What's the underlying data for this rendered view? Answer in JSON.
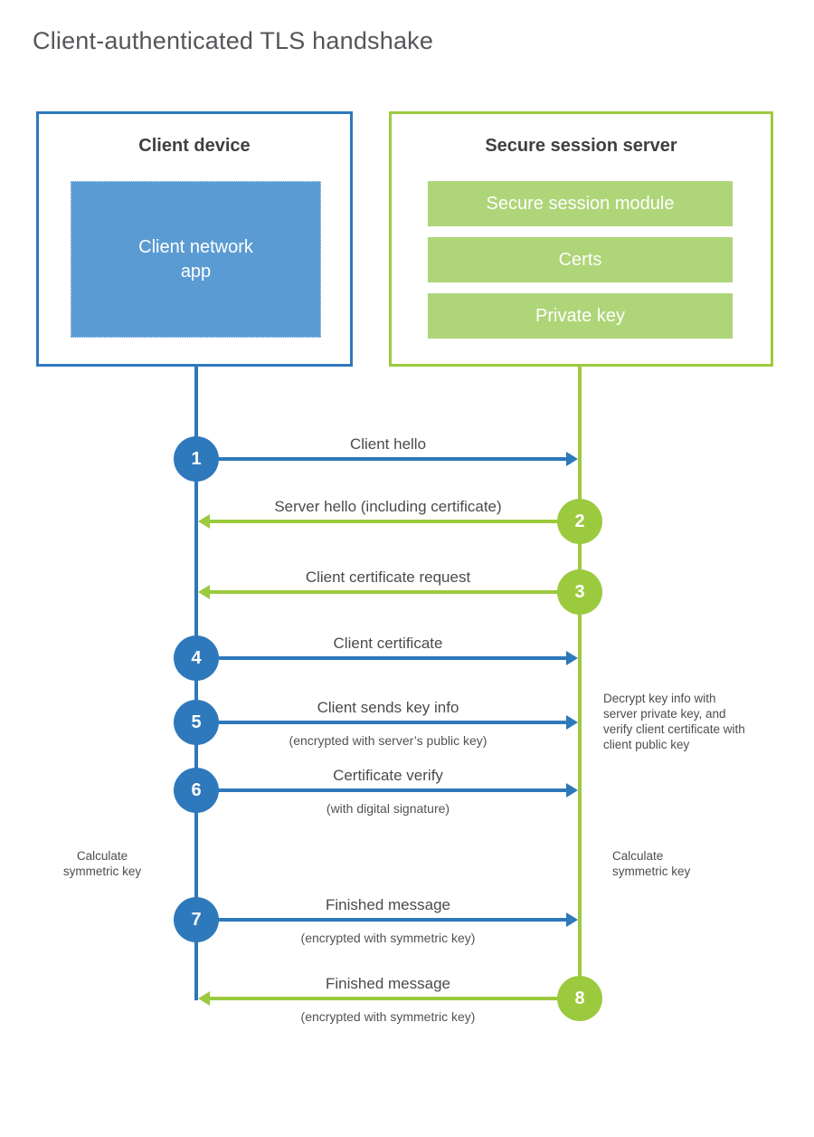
{
  "title": "Client-authenticated TLS handshake",
  "colors": {
    "blue_stroke": "#2e78bc",
    "blue_fill": "#5b9bd3",
    "green_stroke": "#9bca3e",
    "green_fill": "#aed578"
  },
  "client": {
    "header": "Client device",
    "app_label": "Client network\napp"
  },
  "server": {
    "header": "Secure session server",
    "modules": [
      "Secure session module",
      "Certs",
      "Private key"
    ]
  },
  "messages": [
    {
      "num": "1",
      "label": "Client hello",
      "sub": "",
      "direction": "client-to-server"
    },
    {
      "num": "2",
      "label": "Server hello (including certificate)",
      "sub": "",
      "direction": "server-to-client"
    },
    {
      "num": "3",
      "label": "Client certificate request",
      "sub": "",
      "direction": "server-to-client"
    },
    {
      "num": "4",
      "label": "Client certificate",
      "sub": "",
      "direction": "client-to-server"
    },
    {
      "num": "5",
      "label": "Client sends key info",
      "sub": "(encrypted with server’s public key)",
      "direction": "client-to-server"
    },
    {
      "num": "6",
      "label": "Certificate verify",
      "sub": "(with digital signature)",
      "direction": "client-to-server"
    },
    {
      "num": "7",
      "label": "Finished message",
      "sub": "(encrypted with symmetric key)",
      "direction": "client-to-server"
    },
    {
      "num": "8",
      "label": "Finished message",
      "sub": "(encrypted with symmetric key)",
      "direction": "server-to-client"
    }
  ],
  "notes": {
    "decrypt": "Decrypt key info with server private key, and verify client certificate with client public key",
    "calc_left": "Calculate symmetric key",
    "calc_right": "Calculate symmetric key"
  }
}
